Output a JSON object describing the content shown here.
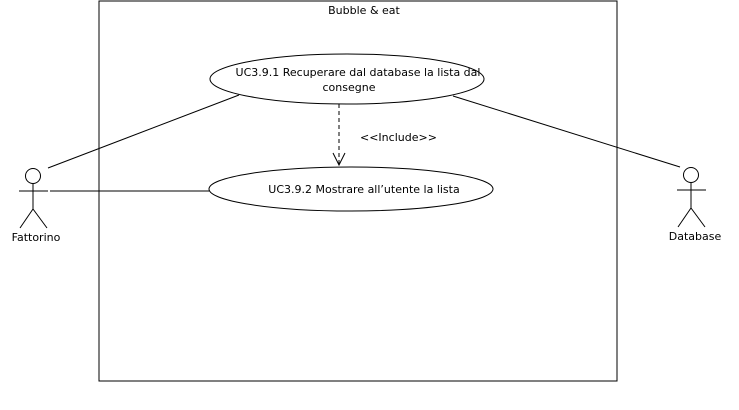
{
  "system": {
    "title": "Bubble & eat"
  },
  "use_cases": [
    {
      "id": "uc1",
      "label_line1": "UC3.9.1 Recuperare dal database la lista dal",
      "label_line2": "consegne"
    },
    {
      "id": "uc2",
      "label": "UC3.9.2 Mostrare all’utente la lista"
    }
  ],
  "relationship": {
    "stereotype": "<<Include>>",
    "from": "uc1",
    "to": "uc2"
  },
  "actors": [
    {
      "id": "fattorino",
      "name": "Fattorino"
    },
    {
      "id": "database",
      "name": "Database"
    }
  ],
  "colors": {
    "stroke": "#000000",
    "background": "#ffffff"
  }
}
